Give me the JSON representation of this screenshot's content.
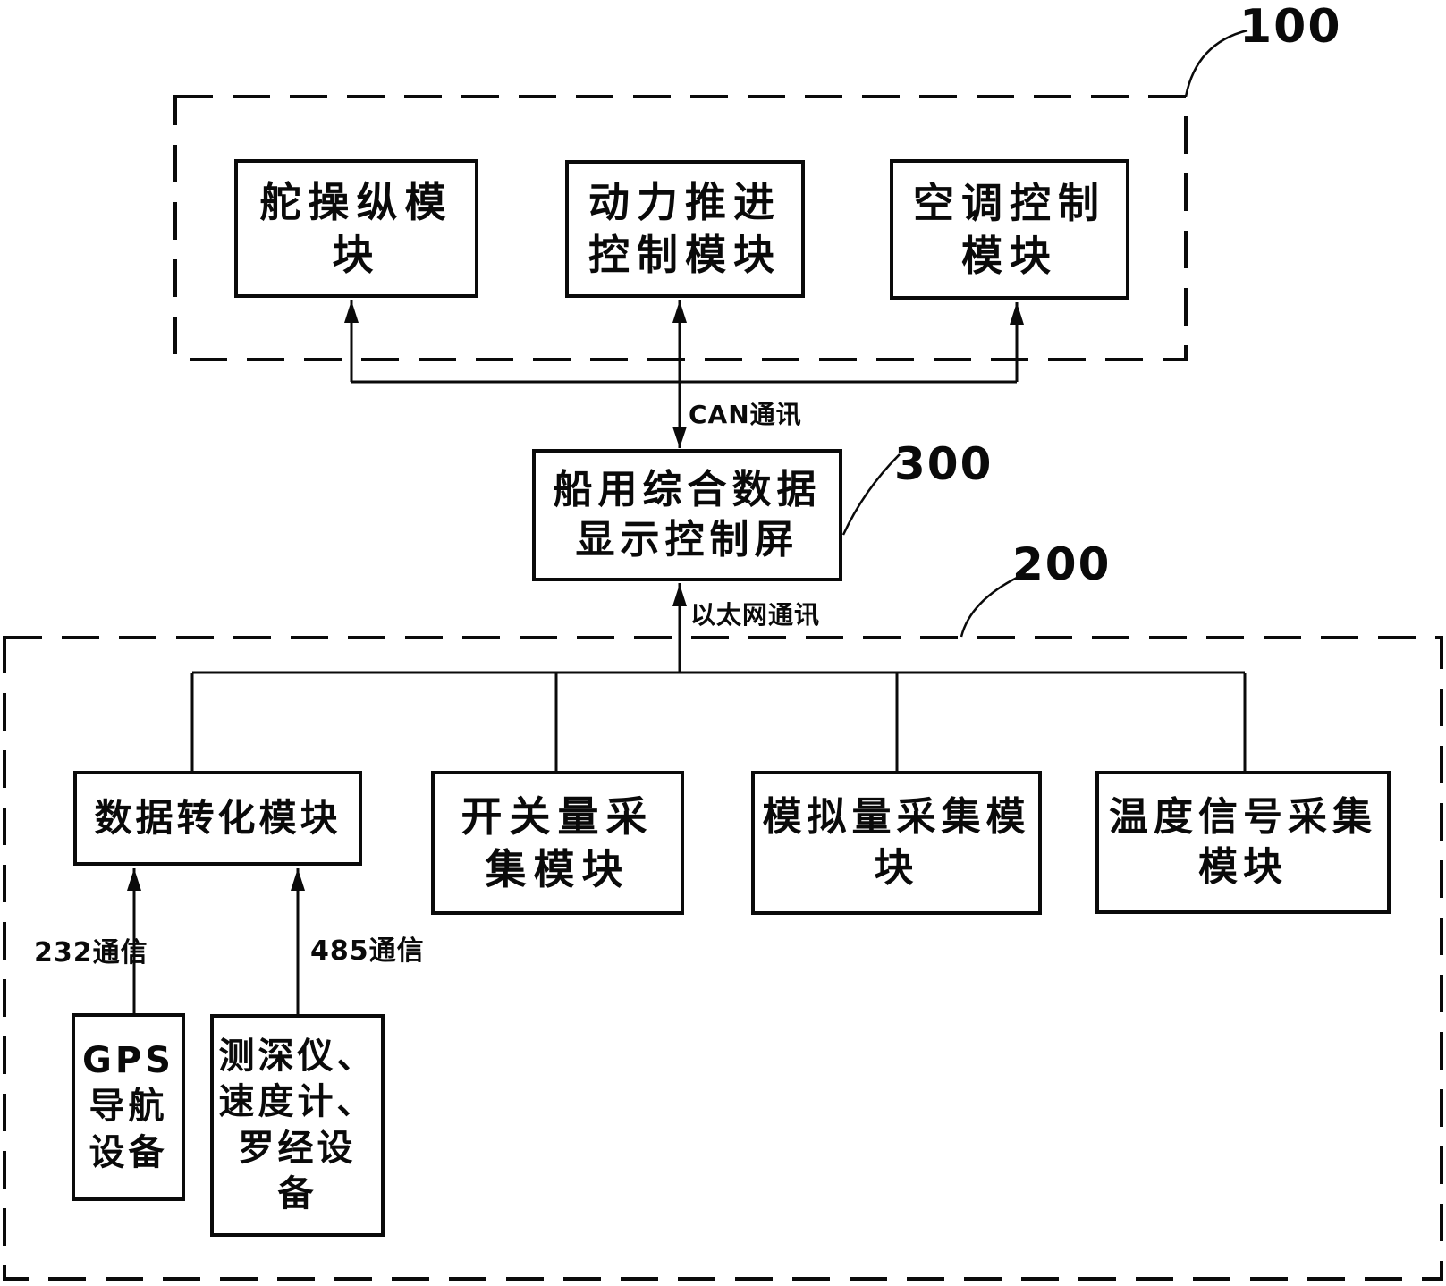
{
  "figure": {
    "refs": {
      "r100": "100",
      "r200": "200",
      "r300": "300"
    },
    "links": {
      "can": "CAN通讯",
      "ethernet": "以太网通讯",
      "rs232": "232通信",
      "rs485": "485通信"
    },
    "boxes": {
      "rudder": "舵操纵模\n块",
      "power": "动力推进\n控制模块",
      "aircon": "空调控制\n模块",
      "display": "船用综合数据\n显示控制屏",
      "convert": "数据转化模块",
      "switch": "开关量采\n集模块",
      "analog": "模拟量采集模\n块",
      "temp": "温度信号采集\n模块",
      "gps": "GPS\n导航\n设备",
      "sensors": "测深仪、\n速度计、\n罗经设\n备"
    }
  }
}
